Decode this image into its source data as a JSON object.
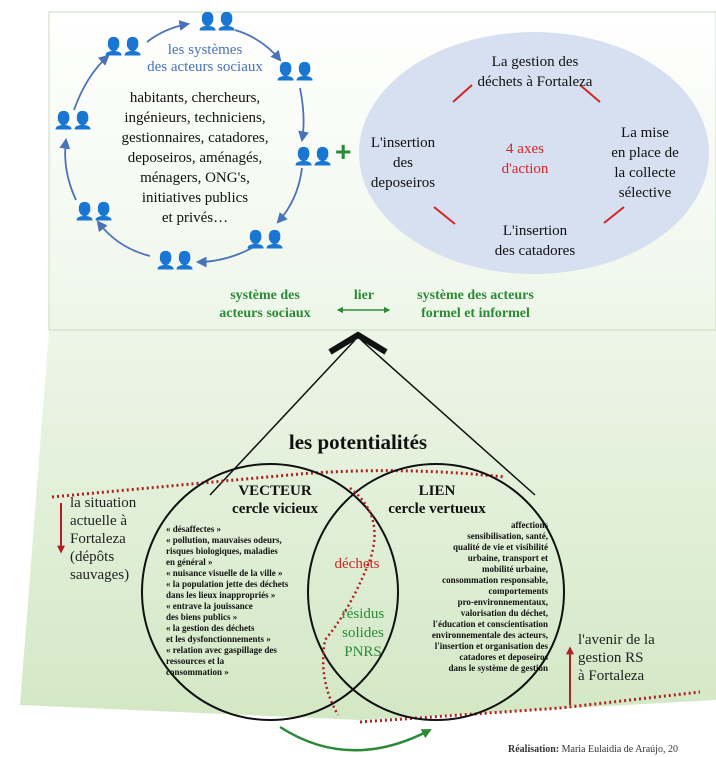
{
  "top_left": {
    "title_lines": [
      "les systèmes",
      "des acteurs sociaux"
    ],
    "actor_lines": [
      "habitants, chercheurs,",
      "ingénieurs, techniciens,",
      "gestionnaires, catadores,",
      "deposeiros, aménagés,",
      "ménagers, ONG's,",
      "initiatives publics",
      "et privés…"
    ]
  },
  "plus_sign": "+",
  "ellipse": {
    "top_lines": [
      "La gestion des",
      "déchets à Fortaleza"
    ],
    "left_lines": [
      "L'insertion",
      "des",
      "deposeiros"
    ],
    "center_lines": [
      "4 axes",
      "d'action"
    ],
    "right_lines": [
      "La mise",
      "en place de",
      "la collecte",
      "sélective"
    ],
    "bottom_lines": [
      "L'insertion",
      "des catadores"
    ]
  },
  "link": {
    "left_lines": [
      "système des",
      "acteurs sociaux"
    ],
    "verb": "lier",
    "right_lines": [
      "système des acteurs",
      "formel et informel"
    ]
  },
  "potentials_title": "les potentialités",
  "left_side_lines": [
    "la situation",
    "actuelle à",
    "Fortaleza",
    "(dépôts",
    "sauvages)"
  ],
  "right_side_lines": [
    "l'avenir de la",
    "gestion RS",
    "à Fortaleza"
  ],
  "vecteur": {
    "title": "VECTEUR",
    "subtitle": "cercle vicieux",
    "lines": [
      "« désaffectes »",
      "« pollution, mauvaises odeurs,",
      "risques biologiques, maladies",
      "en général »",
      "« nuisance visuelle de la ville »",
      "« la population jette des déchets",
      "dans les lieux inappropriés »",
      "« entrave la jouissance",
      "des biens publics »",
      "« la gestion des déchets",
      "et les dysfonctionnements »",
      "« relation avec gaspillage des",
      "ressources et la",
      "consommation »"
    ]
  },
  "lien": {
    "title": "LIEN",
    "subtitle": "cercle vertueux",
    "lines": [
      "affections",
      "sensibilisation, santé,",
      "qualité de vie et visibilité",
      "urbaine, transport et",
      "mobilité urbaine,",
      "consommation responsable,",
      "comportements",
      "pro-environnementaux,",
      "valorisation du déchet,",
      "l'éducation et conscientisation",
      "environnementale des acteurs,",
      "l'insertion et organisation des",
      "catadores et deposeiros",
      "dans le système de gestion"
    ]
  },
  "overlap": {
    "top_word": "déchets",
    "bottom_lines": [
      "résidus",
      "solides",
      "PNRS"
    ]
  },
  "credit_label": "Réalisation:",
  "credit_name": "Maria Eulaidia de Araújo, 20",
  "colors": {
    "blue": "#4a72b8",
    "green": "#2b8a37",
    "red": "#d42525",
    "ellipse": "#d7e0f1"
  }
}
